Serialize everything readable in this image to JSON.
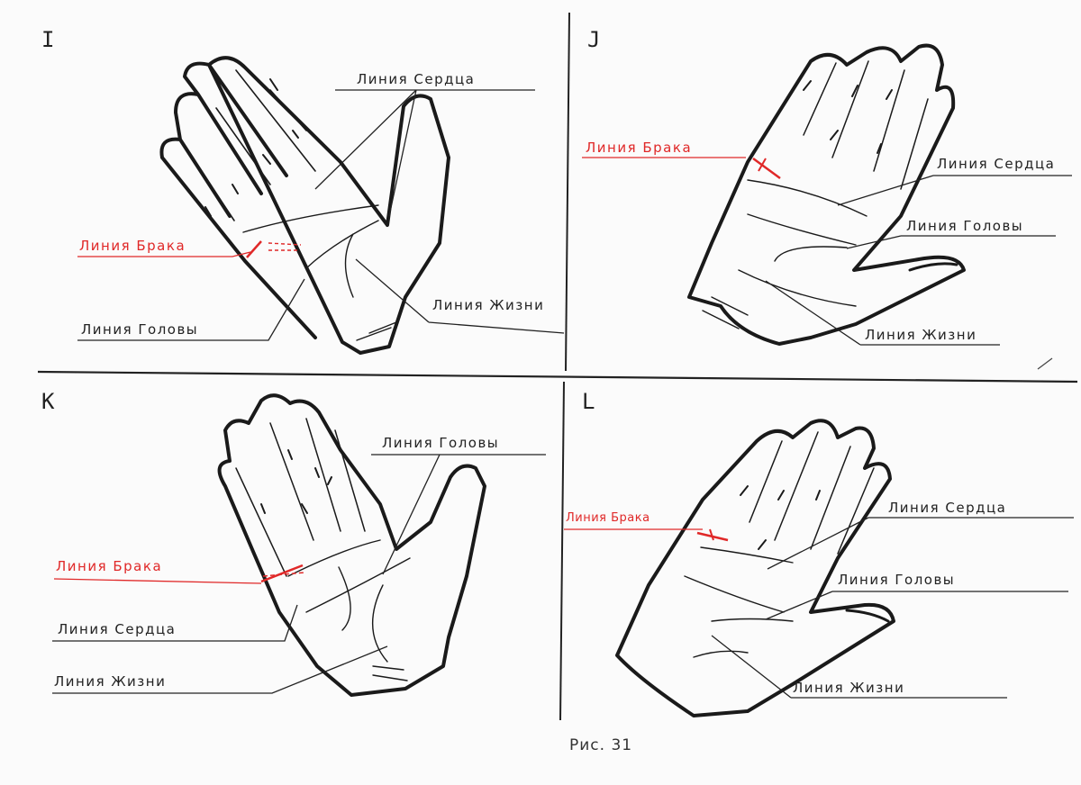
{
  "panels": {
    "i": {
      "letter": "I",
      "heart": "Линия Сердца",
      "marriage": "Линия Брака",
      "life": "Линия Жизни",
      "head": "Линия Головы"
    },
    "j": {
      "letter": "J",
      "marriage": "Линия Брака",
      "heart": "Линия Сердца",
      "head": "Линия Головы",
      "life": "Линия Жизни"
    },
    "k": {
      "letter": "K",
      "head": "Линия Головы",
      "marriage": "Линия Брака",
      "heart": "Линия Сердца",
      "life": "Линия Жизни"
    },
    "l": {
      "letter": "L",
      "marriage": "Линия Брака",
      "heart": "Линия Сердца",
      "head": "Линия Головы",
      "life": "Линия Жизни"
    }
  },
  "caption": "Рис. 31",
  "colors": {
    "ink": "#1a1a1a",
    "marriage_line": "#e02828",
    "paper": "#fbfbfb"
  }
}
